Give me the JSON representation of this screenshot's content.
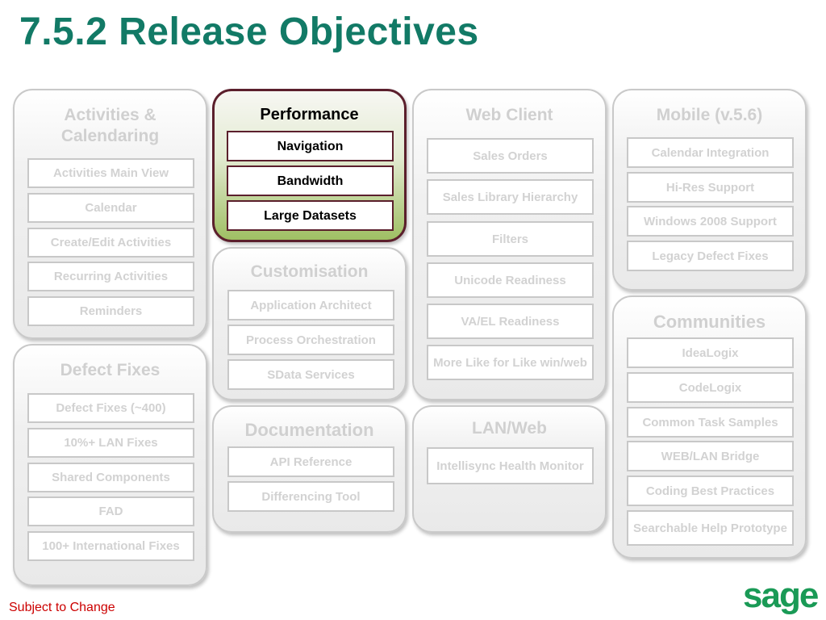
{
  "title": "7.5.2 Release Objectives",
  "footer": "Subject to Change",
  "logo": "sage",
  "colors": {
    "title": "#127a66",
    "footer": "#cc0000",
    "active_border": "#5b1f2c",
    "active_fill": "#9fbf63",
    "inactive_text": "#d0d0d0",
    "logo": "#1a9a56"
  },
  "groups": {
    "activities": {
      "heading": "Activities & Calendaring",
      "items": [
        "Activities Main View",
        "Calendar",
        "Create/Edit Activities",
        "Recurring Activities",
        "Reminders"
      ]
    },
    "defect": {
      "heading": "Defect Fixes",
      "items": [
        "Defect Fixes (~400)",
        "10%+ LAN Fixes",
        "Shared Components",
        "FAD",
        "100+ International Fixes"
      ]
    },
    "performance": {
      "heading": "Performance",
      "items": [
        "Navigation",
        "Bandwidth",
        "Large Datasets"
      ]
    },
    "customisation": {
      "heading": "Customisation",
      "items": [
        "Application Architect",
        "Process Orchestration",
        "SData Services"
      ]
    },
    "documentation": {
      "heading": "Documentation",
      "items": [
        "API Reference",
        "Differencing  Tool"
      ]
    },
    "webclient": {
      "heading": "Web Client",
      "items": [
        "Sales Orders",
        "Sales Library Hierarchy",
        "Filters",
        "Unicode Readiness",
        "VA/EL Readiness",
        "More  Like for Like win/web"
      ]
    },
    "lanweb": {
      "heading": "LAN/Web",
      "items": [
        "Intellisync Health Monitor"
      ]
    },
    "mobile": {
      "heading": "Mobile (v.5.6)",
      "items": [
        "Calendar Integration",
        "Hi-Res Support",
        "Windows 2008 Support",
        "Legacy Defect Fixes"
      ]
    },
    "communities": {
      "heading": "Communities",
      "items": [
        "IdeaLogix",
        "CodeLogix",
        "Common Task Samples",
        "WEB/LAN Bridge",
        "Coding Best Practices",
        "Searchable Help Prototype"
      ]
    }
  }
}
